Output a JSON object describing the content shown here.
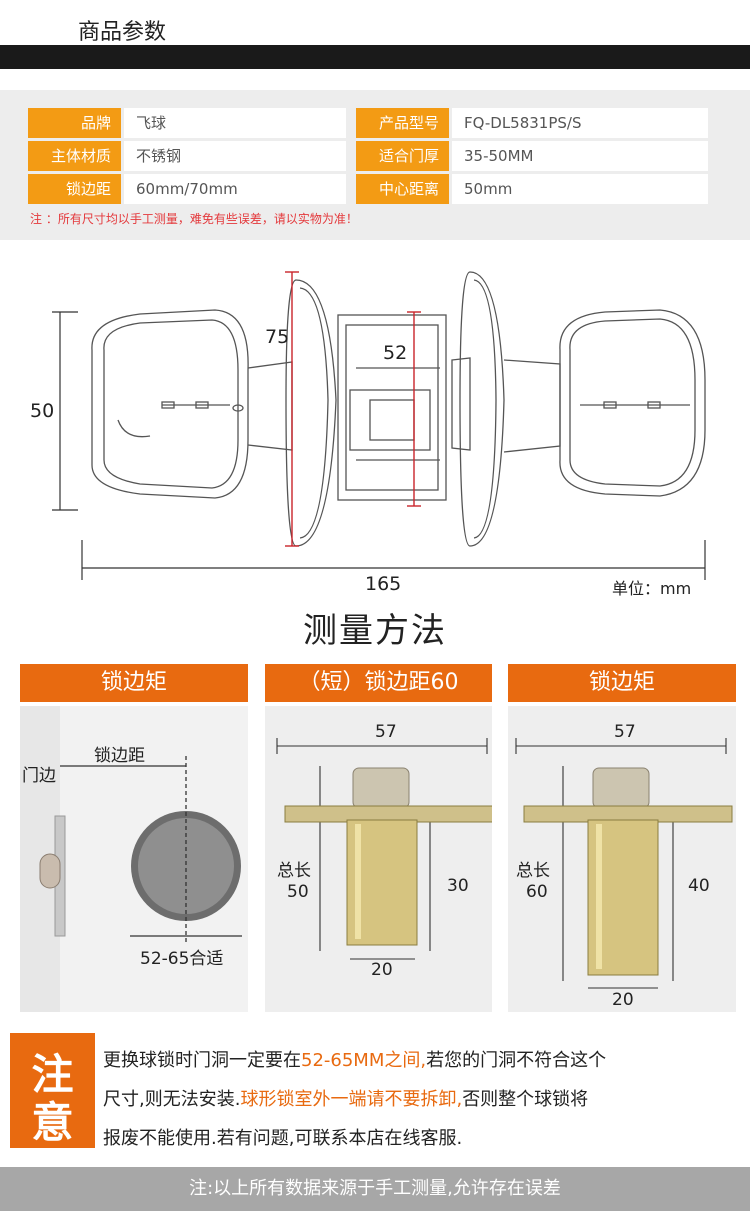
{
  "header": {
    "title": "商品参数"
  },
  "specs": {
    "rows": [
      {
        "l1": "品牌",
        "v1": "飞球",
        "l2": "产品型号",
        "v2": "FQ-DL5831PS/S"
      },
      {
        "l1": "主体材质",
        "v1": "不锈钢",
        "l2": "适合门厚",
        "v2": "35-50MM"
      },
      {
        "l1": "锁边距",
        "v1": "60mm/70mm",
        "l2": "中心距离",
        "v2": "50mm"
      }
    ],
    "note": "注 ：所有尺寸均以手工测量，难免有些误差，请以实物为准！"
  },
  "diagram": {
    "dim_75": "75",
    "dim_52": "52",
    "dim_50": "50",
    "dim_165": "165",
    "unit": "单位：mm"
  },
  "measure": {
    "title": "测量方法"
  },
  "cards": [
    {
      "title": "锁边矩",
      "door_edge": "门边",
      "backset": "锁边距",
      "hole": "52-65合适"
    },
    {
      "title": "（短）锁边距60",
      "top": "57",
      "total": "总长",
      "total_val": "50",
      "side": "30",
      "bottom": "20"
    },
    {
      "title": "锁边矩",
      "top": "57",
      "total": "总长",
      "total_val": "60",
      "side": "40",
      "bottom": "20"
    }
  ],
  "notice": {
    "char1": "注",
    "char2": "意",
    "line1_a": "更换球锁时门洞一定要在",
    "line1_hl": "52-65MM之间,",
    "line1_b": "若您的门洞不符合这个",
    "line2_a": "尺寸,则无法安装.",
    "line2_hl": "球形锁室外一端请不要拆卸,",
    "line2_b": "否则整个球锁将",
    "line3": "报废不能使用.若有问题,可联系本店在线客服."
  },
  "footer": {
    "text": "注:以上所有数据来源于手工测量,允许存在误差"
  },
  "colors": {
    "accent": "#e86a10",
    "label_orange": "#f39b14",
    "note_red": "#e4393c",
    "footer_gray": "#a7a7a7"
  }
}
